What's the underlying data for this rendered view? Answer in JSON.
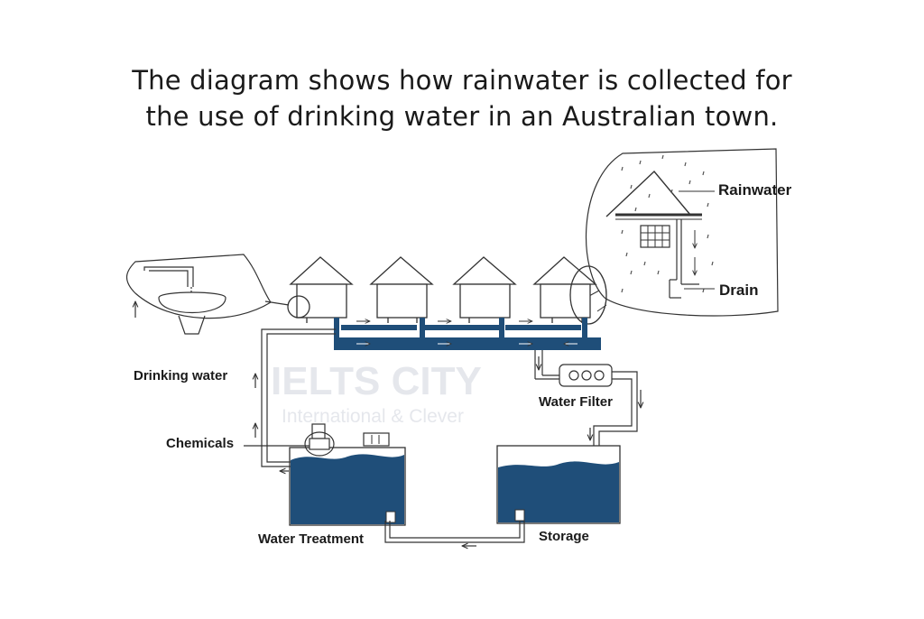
{
  "title": {
    "line1": "The diagram shows how rainwater is collected for",
    "line2": "the use of drinking water in an Australian town."
  },
  "labels": {
    "rainwater": "Rainwater",
    "drain": "Drain",
    "drinking_water": "Drinking water",
    "water_filter": "Water Filter",
    "chemicals": "Chemicals",
    "water_treatment": "Water Treatment",
    "storage": "Storage"
  },
  "watermark": {
    "brand": "IELTS CITY",
    "tagline": "International & Clever"
  },
  "colors": {
    "water": "#1f4e79",
    "line": "#333333"
  }
}
